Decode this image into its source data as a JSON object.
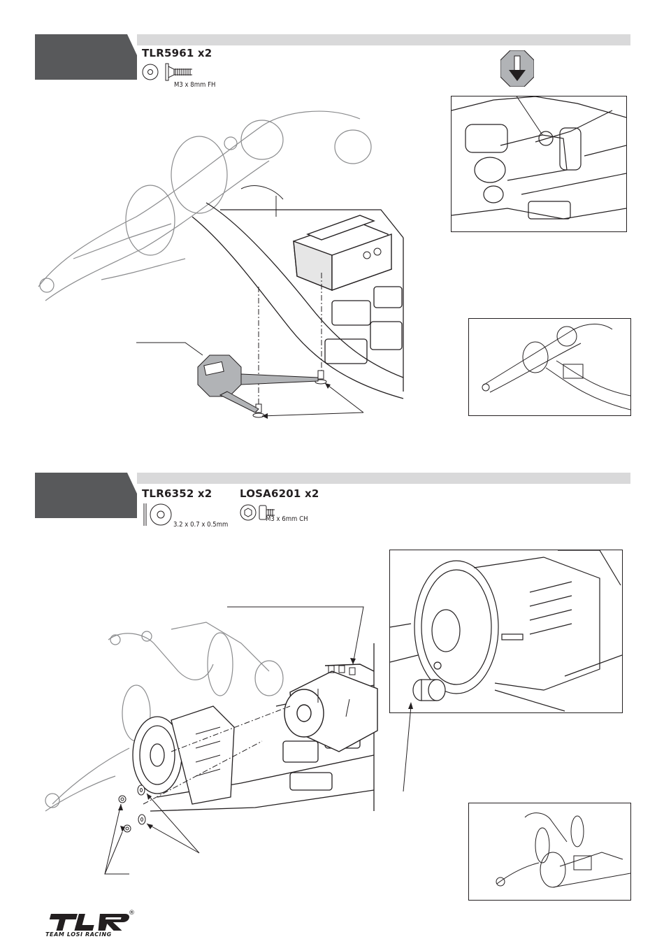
{
  "steps": [
    {
      "parts": [
        {
          "code": "TLR5961 x2",
          "spec": "M3 x 8mm FH",
          "icon": "flat-head-screw-icon"
        }
      ]
    },
    {
      "parts": [
        {
          "code": "TLR6352 x2",
          "spec": "3.2 x 0.7 x 0.5mm",
          "icon": "shim-washer-icon"
        },
        {
          "code": "LOSA6201 x2",
          "spec": "M3 x 6mm CH",
          "icon": "cap-head-screw-icon"
        }
      ]
    }
  ],
  "brand": {
    "logo_letters": "TLR",
    "registered": "®",
    "tagline": "TEAM LOSI RACING"
  },
  "colors": {
    "step_tab": "#58595b",
    "header_bar": "#d9d9da",
    "line_art": "#231f20",
    "callout_fill": "#b1b3b6"
  }
}
